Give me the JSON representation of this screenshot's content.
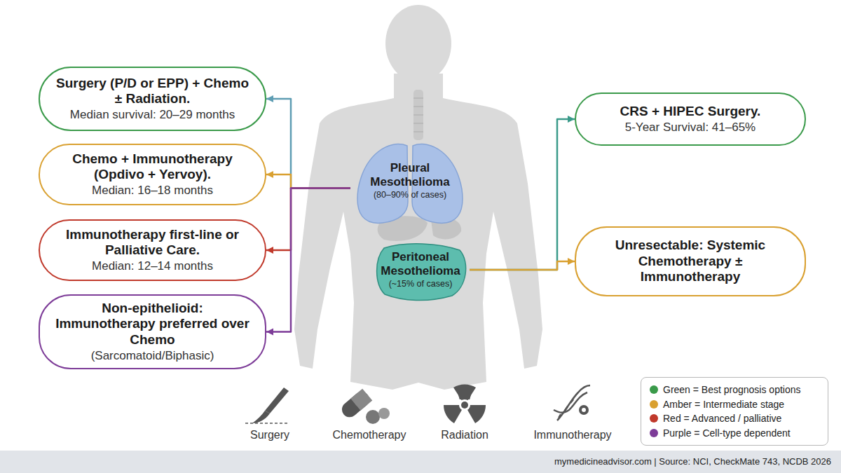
{
  "diagram": {
    "nodes": [
      {
        "text": [
          "Surgery (P/D or EPP) + Chemo ± Radiation.",
          "Median survival: 20–29 months"
        ]
      },
      {
        "text": [
          "Chemo + Immunotherapy (Opdivo + Yervoy).",
          "Median: 16–18 months"
        ]
      },
      {
        "text": [
          "Immunotherapy first-line or Palliative Care.",
          "Median: 12–14 months"
        ]
      },
      {
        "text": [
          "Non-epithelioid: Immunotherapy preferred over Chemo",
          "(Sarcomatoid/Biphasic)"
        ]
      },
      {
        "text": [
          "Pleural Mesothelioma",
          "(80–90% of cases)"
        ]
      },
      {
        "text": [
          "Peritoneal Mesothelioma",
          "(~15% of cases)"
        ]
      },
      {
        "text": [
          "CRS + HIPEC Surgery.",
          "5-Year Survival: 41–65%"
        ]
      },
      {
        "text": [
          "Unresectable: Systemic Chemotherapy ± Immunotherapy"
        ]
      }
    ],
    "edges": [
      {
        "from": 4,
        "to": 0,
        "arrow": "to"
      },
      {
        "from": 4,
        "to": 1,
        "arrow": "to"
      },
      {
        "from": 4,
        "to": 2,
        "arrow": "to"
      },
      {
        "from": 4,
        "to": 3,
        "arrow": "to"
      },
      {
        "from": 5,
        "to": 6,
        "arrow": "to"
      },
      {
        "from": 5,
        "to": 7,
        "arrow": "to"
      }
    ],
    "labels": [
      "Surgery",
      "Chemotherapy",
      "Radiation",
      "Immunotherapy",
      "mymedicineadvisor.com | Source: NCI, CheckMate 743, NCDB 2026"
    ],
    "legend": [
      {
        "text": "Green = Best prognosis options",
        "color": "#3a9a4a"
      },
      {
        "text": "Amber = Intermediate stage",
        "color": "#d9a030"
      },
      {
        "text": "Red = Advanced / palliative",
        "color": "#c0392b"
      },
      {
        "text": "Purple = Cell-type dependent",
        "color": "#7d3c98"
      }
    ]
  }
}
